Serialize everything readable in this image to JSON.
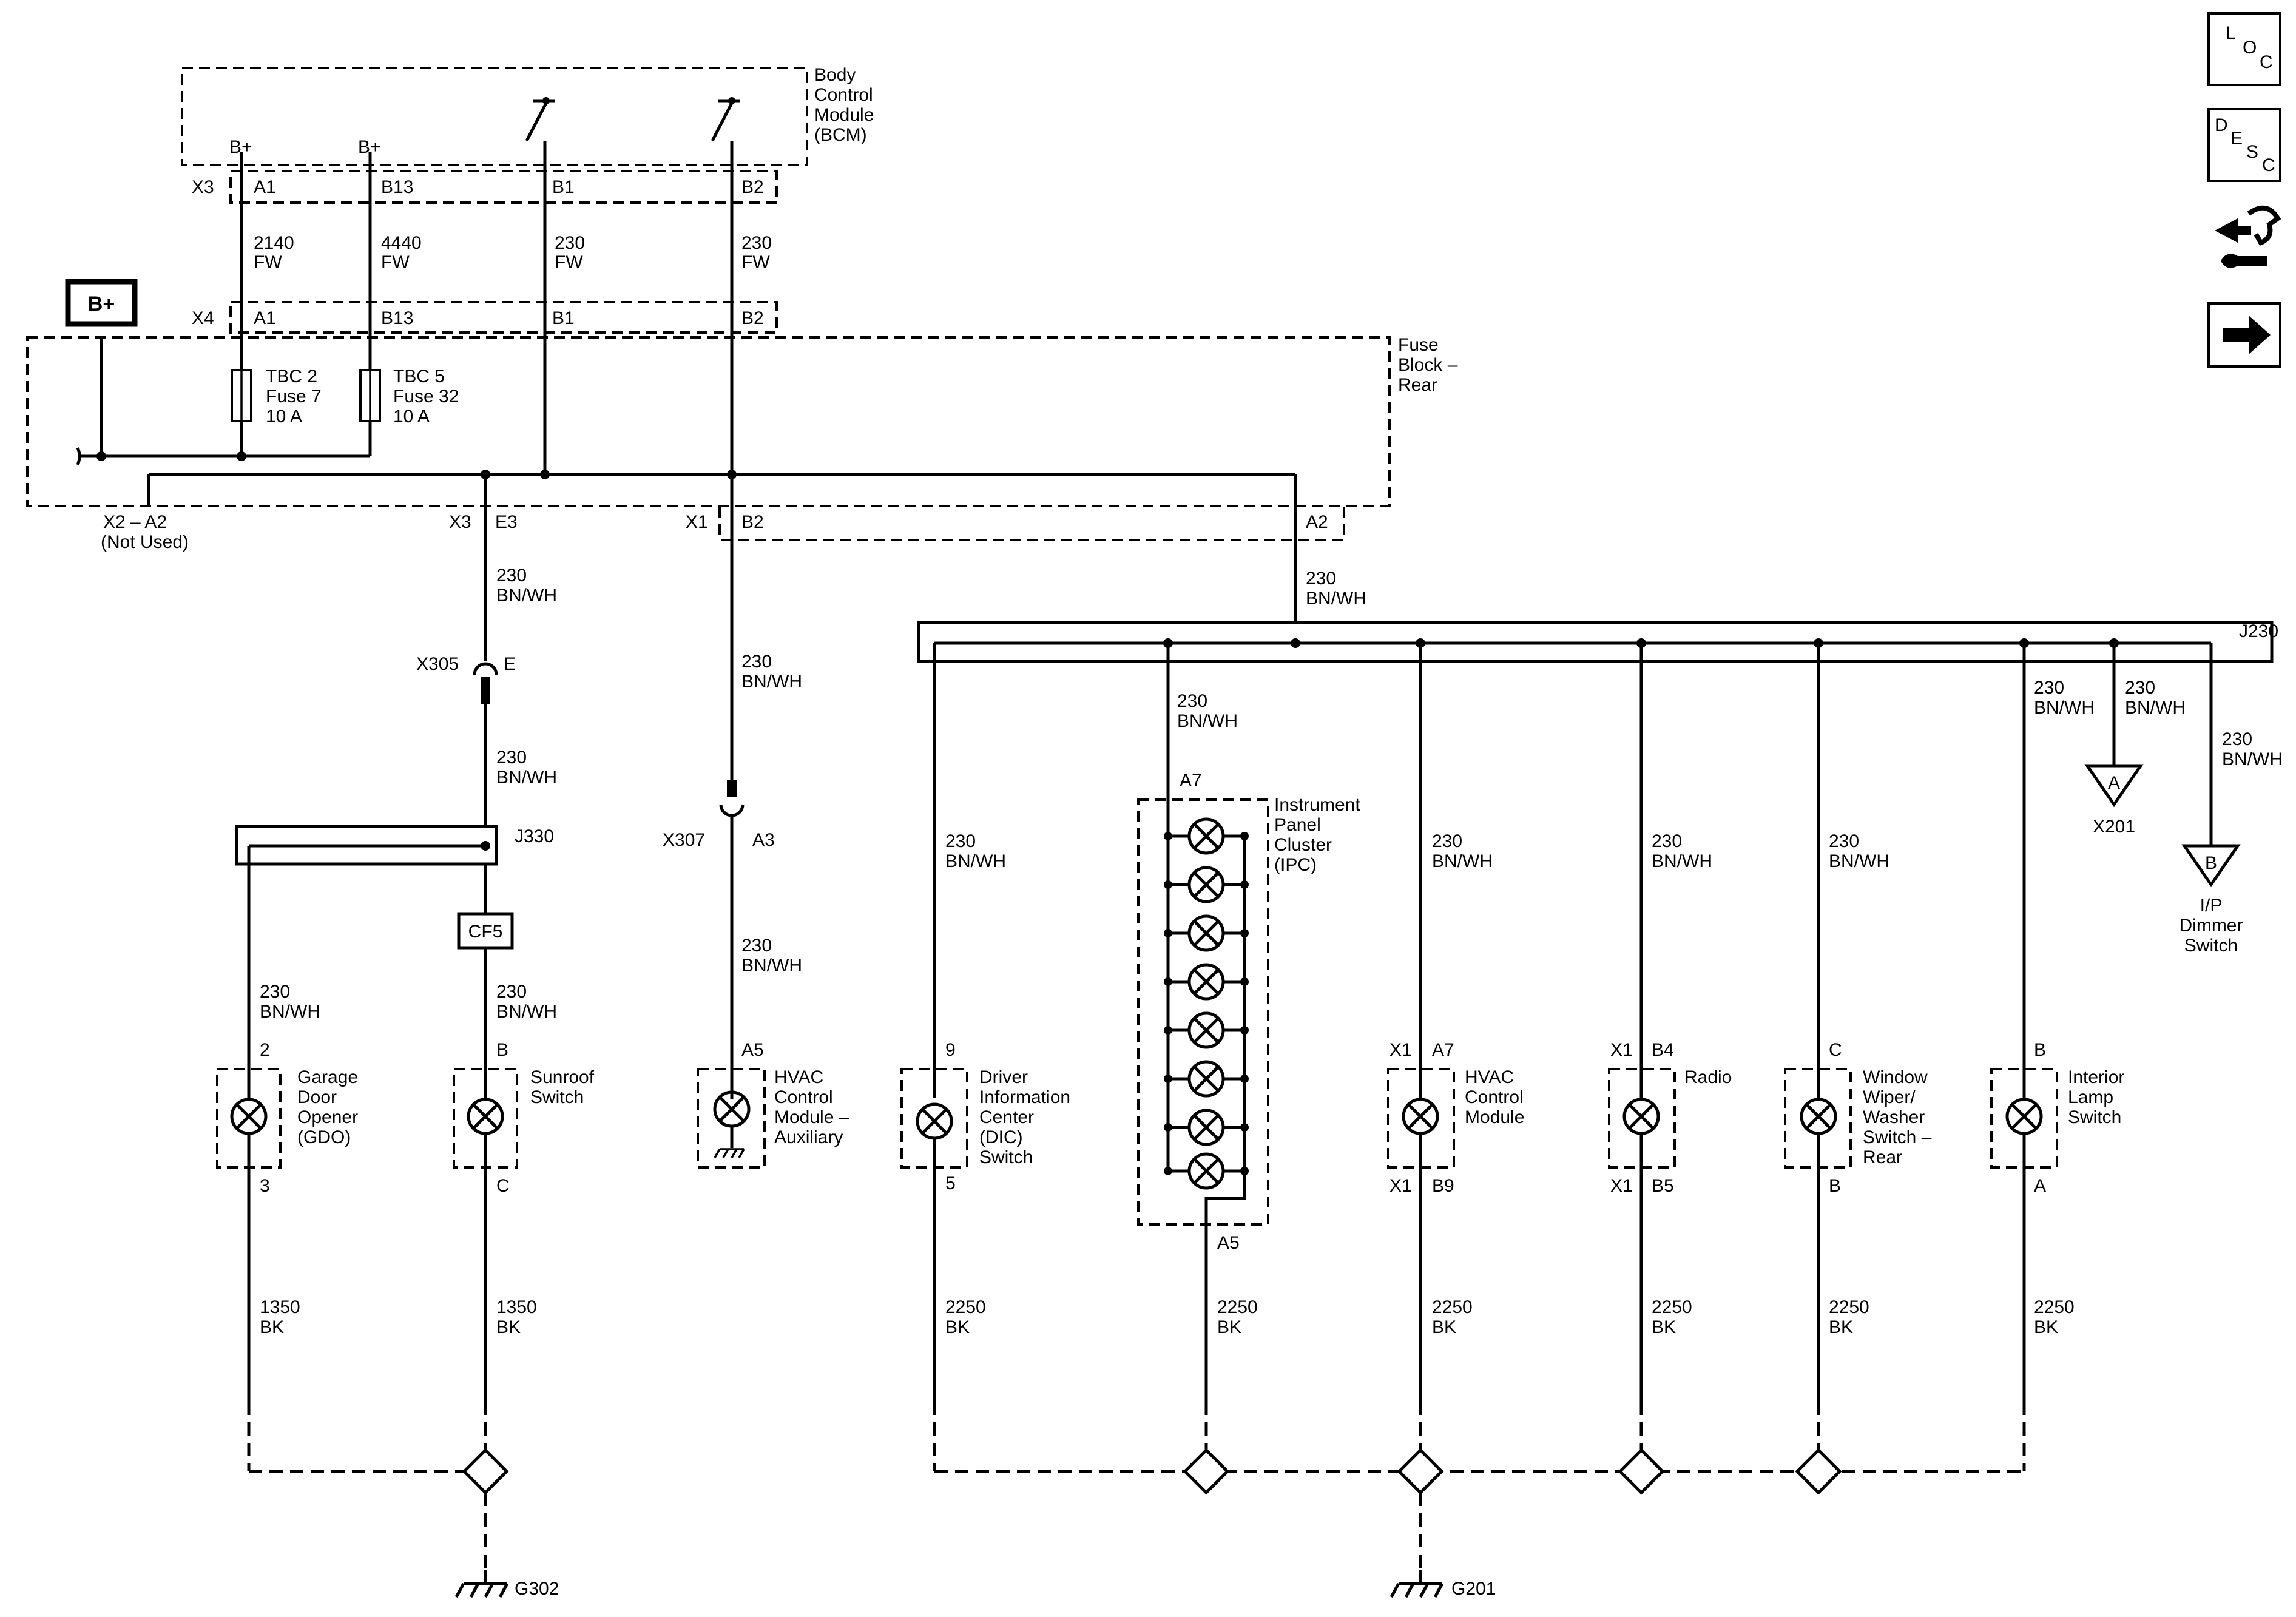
{
  "modules": {
    "bcm": [
      "Body",
      "Control",
      "Module",
      "(BCM)"
    ],
    "fuse_block": [
      "Fuse",
      "Block –",
      "Rear"
    ]
  },
  "battery_label": "B+",
  "bcm_pins": {
    "bplus_a": "B+",
    "bplus_b": "B+",
    "conn_x3": "X3",
    "conn_x4": "X4",
    "a1": "A1",
    "b13": "B13",
    "b1": "B1",
    "b2": "B2"
  },
  "wires": {
    "w2140": [
      "2140",
      "FW"
    ],
    "w4440": [
      "4440",
      "FW"
    ],
    "w230fw": [
      "230",
      "FW"
    ],
    "w230bnwh": [
      "230",
      "BN/WH"
    ],
    "w1350": [
      "1350",
      "BK"
    ],
    "w2250": [
      "2250",
      "BK"
    ]
  },
  "fuses": {
    "f7": [
      "TBC 2",
      "Fuse 7",
      "10 A"
    ],
    "f32": [
      "TBC 5",
      "Fuse 32",
      "10 A"
    ]
  },
  "fuse_block_pins": {
    "x2a2": "X2 – A2",
    "not_used": "(Not Used)",
    "x3": "X3",
    "e3": "E3",
    "x1": "X1",
    "b2": "B2",
    "a2": "A2"
  },
  "connectors": {
    "x305": "X305",
    "e": "E",
    "x307": "X307",
    "a3": "A3",
    "x201": "X201",
    "cf5": "CF5",
    "j330": "J330",
    "j230": "J230"
  },
  "offpage": {
    "a": "A",
    "b": "B",
    "dimmer": [
      "I/P",
      "Dimmer",
      "Switch"
    ]
  },
  "components": {
    "gdo": {
      "name": [
        "Garage",
        "Door",
        "Opener",
        "(GDO)"
      ],
      "top": "2",
      "bottom": "3"
    },
    "sunroof": {
      "name": [
        "Sunroof",
        "Switch"
      ],
      "top": "B",
      "bottom": "C"
    },
    "hvac_aux": {
      "name": [
        "HVAC",
        "Control",
        "Module –",
        "Auxiliary"
      ],
      "top": "A5"
    },
    "dic": {
      "name": [
        "Driver",
        "Information",
        "Center",
        "(DIC)",
        "Switch"
      ],
      "top": "9",
      "bottom": "5"
    },
    "ipc": {
      "name": [
        "Instrument",
        "Panel",
        "Cluster",
        "(IPC)"
      ],
      "top": "A7",
      "bottom": "A5"
    },
    "hvac": {
      "name": [
        "HVAC",
        "Control",
        "Module"
      ],
      "top_conn": "X1",
      "top": "A7",
      "bottom_conn": "X1",
      "bottom": "B9"
    },
    "radio": {
      "name": [
        "Radio"
      ],
      "top_conn": "X1",
      "top": "B4",
      "bottom_conn": "X1",
      "bottom": "B5"
    },
    "wiper": {
      "name": [
        "Window",
        "Wiper/",
        "Washer",
        "Switch –",
        "Rear"
      ],
      "top": "C",
      "bottom": "B"
    },
    "interior": {
      "name": [
        "Interior",
        "Lamp",
        "Switch"
      ],
      "top": "B",
      "bottom": "A"
    }
  },
  "grounds": {
    "g302": "G302",
    "g201": "G201"
  },
  "side_icons": {
    "loc": [
      "L",
      "O",
      "C"
    ],
    "desc": [
      "D",
      "E",
      "S",
      "C"
    ],
    "service": "service-icon",
    "next": "arrow-right-icon"
  }
}
